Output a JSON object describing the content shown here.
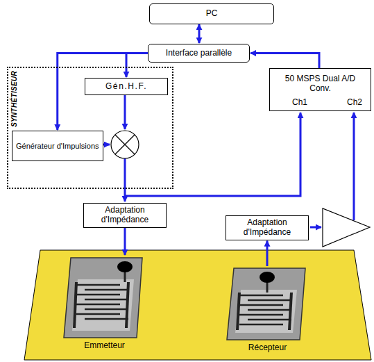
{
  "diagram": {
    "nodes": [
      {
        "text": [
          "PC"
        ]
      },
      {
        "text": [
          "Interface parallèle"
        ]
      },
      {
        "text": [
          "SYNTHÉTISEUR"
        ]
      },
      {
        "text": [
          "Gén.H.F."
        ],
        "in": 2
      },
      {
        "text": [
          "Générateur d'Impulsions"
        ],
        "in": 2
      },
      {
        "text": [
          "50 MSPS Dual A/D Conv.",
          "Ch1",
          "Ch2"
        ]
      },
      {
        "text": [
          "Adaptation d'Impédance"
        ]
      },
      {
        "text": [
          "Adaptation d'Impédance"
        ]
      },
      {
        "text": [
          "Emmetteur"
        ]
      },
      {
        "text": [
          "Récepteur"
        ]
      }
    ],
    "edges": [
      {
        "from": 0,
        "to": 1,
        "arrow": "both"
      },
      {
        "from": 1,
        "to": 3,
        "arrow": "to"
      },
      {
        "from": 1,
        "to": 4,
        "arrow": "to"
      },
      {
        "from": 5,
        "to": 1,
        "arrow": "to"
      },
      {
        "from": 6,
        "to": 8,
        "arrow": "to"
      },
      {
        "from": 9,
        "to": 7,
        "arrow": "to"
      }
    ]
  }
}
